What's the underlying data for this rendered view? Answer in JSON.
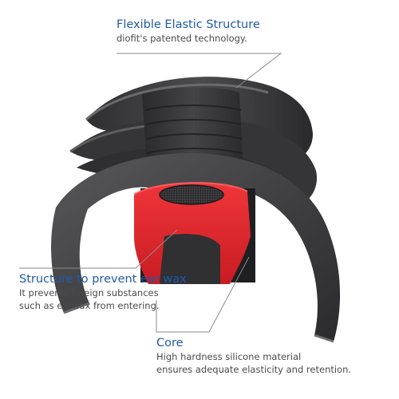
{
  "callouts": {
    "flexible_structure": {
      "title": "Flexible Elastic Structure",
      "description": "diofit's patented technology."
    },
    "ear_wax": {
      "title": "Structure to prevent ear wax",
      "description_lines": [
        "It prevents foreign substances",
        "such as earwax from entering."
      ]
    },
    "core": {
      "title": "Core",
      "description_lines": [
        "High hardness silicone material",
        "ensures adequate elasticity and retention."
      ]
    }
  },
  "colors": {
    "title_blue": "#1f5aa6",
    "body_text": "#4a4a4a",
    "silicone_dark": "#3a3a3c",
    "core_red": "#e3262b",
    "leader_line": "#8a8a8a"
  },
  "illustration": {
    "subject": "ear-tip-cross-section"
  }
}
